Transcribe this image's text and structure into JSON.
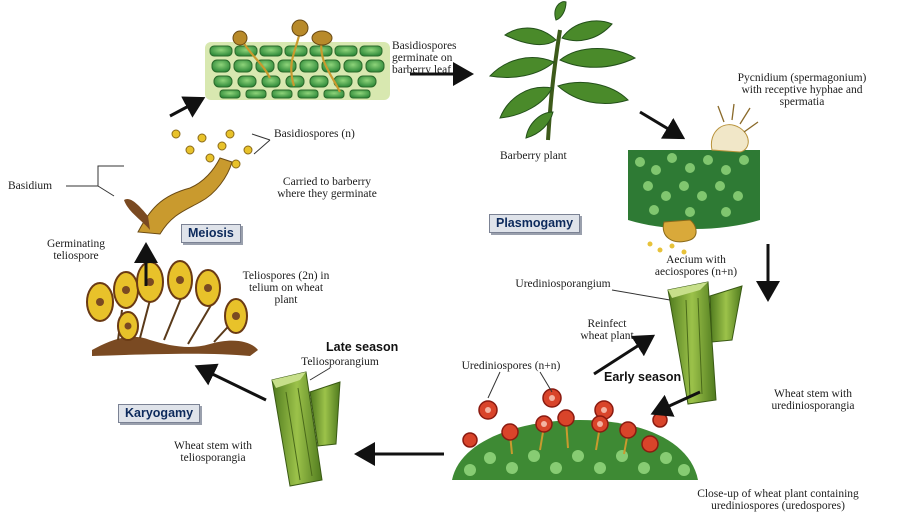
{
  "stages": {
    "meiosis": "Meiosis",
    "plasmogamy": "Plasmogamy",
    "karyogamy": "Karyogamy"
  },
  "seasons": {
    "late": "Late season",
    "early": "Early season"
  },
  "labels": {
    "basidiospores_germinate": "Basidiospores\ngerminate on\nbarberry leaf",
    "barberry_plant": "Barberry plant",
    "pycnidium": "Pycnidium (spermagonium)\nwith receptive hyphae and\nspermatia",
    "basidiospores_n": "Basidiospores (n)",
    "carried_to_barberry": "Carried to barberry\nwhere they germinate",
    "basidium": "Basidium",
    "germinating_teliospore": "Germinating\nteliospore",
    "aecium": "Aecium with\naeciospores (n+n)",
    "urediniosporangium": "Urediniosporangium",
    "teliospores": "Teliospores (2n) in\ntelium on wheat\nplant",
    "reinfect": "Reinfect\nwheat plant",
    "urediniospores": "Urediniospores (n+n)",
    "teliosporangium": "Teliosporangium",
    "wheat_stem_uredinio": "Wheat stem with\nurediniosporangia",
    "wheat_stem_telio": "Wheat stem with\nteliosporangia",
    "closeup": "Close-up of wheat plant containing\nurediniospores (uredospores)"
  },
  "colors": {
    "cell_green": "#2f8a3a",
    "cell_light": "#7cc46a",
    "stem_green": "#6f9a2a",
    "spore_yellow": "#e8c22a",
    "hypha_gold": "#c99a2e",
    "telio_brown": "#7a4a22",
    "spore_red": "#d9442a",
    "arrow": "#111111",
    "stage_text": "#0d2a5c"
  }
}
